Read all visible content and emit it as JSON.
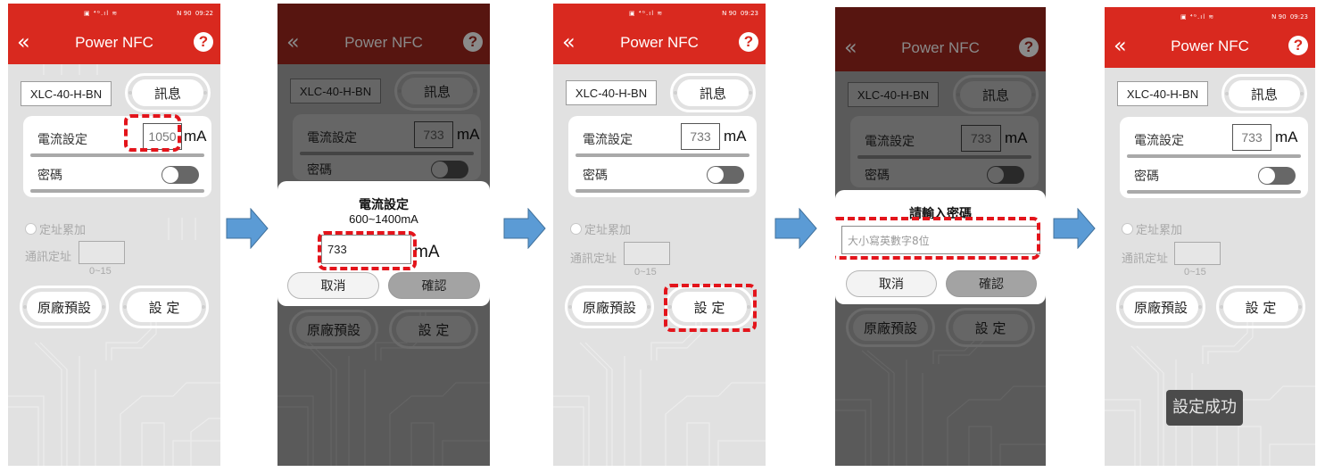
{
  "colors": {
    "brand_red": "#d9291f",
    "screen_bg": "#e1e1e1",
    "highlight": "#e3141b",
    "arrow_fill": "#5b9bd5",
    "arrow_stroke": "#41719c"
  },
  "screens": [
    {
      "status": {
        "time": "09:22",
        "battery": "90",
        "left_icons": "▣ ⁴ᴳ.ıl ≋",
        "nfc": "N"
      },
      "header": {
        "back_icon": "«",
        "title": "Power NFC",
        "help_icon": "?"
      },
      "model": "XLC-40-H-BN",
      "info_button": "訊息",
      "current": {
        "label": "電流設定",
        "value": "1050",
        "unit": "mA"
      },
      "password": {
        "label": "密碼",
        "toggle_on": false
      },
      "address_accumulate": "定址累加",
      "address": {
        "label": "通訊定址",
        "value": "",
        "range": "0~15"
      },
      "factory_button": "原廠預設",
      "set_button": "設 定"
    },
    {
      "status": {
        "time": "",
        "battery": "",
        "left_icons": "",
        "nfc": ""
      },
      "header": {
        "back_icon": "«",
        "title": "Power NFC",
        "help_icon": "?"
      },
      "model": "XLC-40-H-BN",
      "info_button": "訊息",
      "current": {
        "label": "電流設定",
        "value": "733",
        "unit": "mA"
      },
      "password": {
        "label": "密碼",
        "toggle_on": false
      },
      "factory_button": "原廠預設",
      "set_button": "設 定",
      "dialog": {
        "title": "電流設定",
        "range": "600~1400mA",
        "input_value": "733",
        "unit": "mA",
        "cancel": "取消",
        "confirm": "確認"
      }
    },
    {
      "status": {
        "time": "09:23",
        "battery": "90",
        "left_icons": "▣ ⁴ᴳ.ıl ≋",
        "nfc": "N"
      },
      "header": {
        "back_icon": "«",
        "title": "Power NFC",
        "help_icon": "?"
      },
      "model": "XLC-40-H-BN",
      "info_button": "訊息",
      "current": {
        "label": "電流設定",
        "value": "733",
        "unit": "mA"
      },
      "password": {
        "label": "密碼",
        "toggle_on": false
      },
      "address_accumulate": "定址累加",
      "address": {
        "label": "通訊定址",
        "value": "",
        "range": "0~15"
      },
      "factory_button": "原廠預設",
      "set_button": "設 定"
    },
    {
      "header": {
        "back_icon": "«",
        "title": "Power NFC",
        "help_icon": "?"
      },
      "model": "XLC-40-H-BN",
      "info_button": "訊息",
      "current": {
        "label": "電流設定",
        "value": "733",
        "unit": "mA"
      },
      "password": {
        "label": "密碼",
        "toggle_on": false
      },
      "factory_button": "原廠預設",
      "set_button": "設 定",
      "dialog": {
        "title": "請輸入密碼",
        "placeholder": "大小寫英數字8位",
        "cancel": "取消",
        "confirm": "確認"
      }
    },
    {
      "status": {
        "time": "09:23",
        "battery": "90",
        "left_icons": "▣ ⁴ᴳ.ıl ≋",
        "nfc": "N"
      },
      "header": {
        "back_icon": "«",
        "title": "Power NFC",
        "help_icon": "?"
      },
      "model": "XLC-40-H-BN",
      "info_button": "訊息",
      "current": {
        "label": "電流設定",
        "value": "733",
        "unit": "mA"
      },
      "password": {
        "label": "密碼",
        "toggle_on": false
      },
      "address_accumulate": "定址累加",
      "address": {
        "label": "通訊定址",
        "value": "",
        "range": "0~15"
      },
      "factory_button": "原廠預設",
      "set_button": "設 定",
      "toast": "設定成功"
    }
  ],
  "arrows": [
    {
      "icon": "right-arrow-icon"
    },
    {
      "icon": "right-arrow-icon"
    },
    {
      "icon": "right-arrow-icon"
    },
    {
      "icon": "right-arrow-icon"
    }
  ]
}
